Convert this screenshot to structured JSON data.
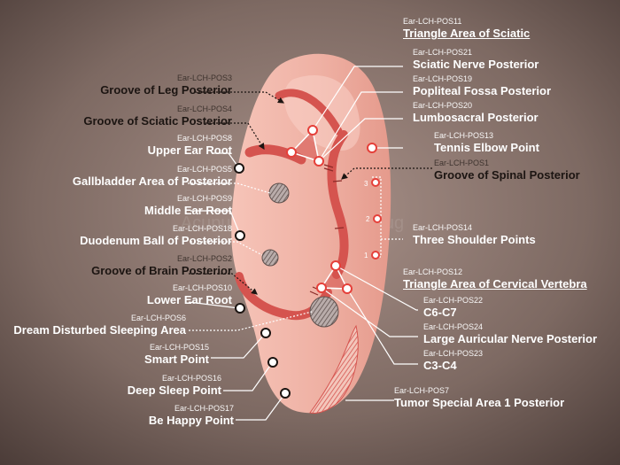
{
  "watermark": "Acupuncture Marvelous Hug",
  "colors": {
    "background": "#7d6962",
    "ear": "#efb3a7",
    "groove": "#d5544f",
    "point_red": "#e5403a",
    "label": "#ffffff",
    "label_dark": "#1c1512"
  },
  "left_labels": [
    {
      "id": "pos3",
      "code": "Ear-LCH-POS3",
      "name": "Groove of Leg Posterior"
    },
    {
      "id": "pos4",
      "code": "Ear-LCH-POS4",
      "name": "Groove of Sciatic Posterior"
    },
    {
      "id": "pos8",
      "code": "Ear-LCH-POS8",
      "name": "Upper Ear Root"
    },
    {
      "id": "pos5",
      "code": "Ear-LCH-POS5",
      "name": "Gallbladder Area of Posterior"
    },
    {
      "id": "pos9",
      "code": "Ear-LCH-POS9",
      "name": "Middle Ear Root"
    },
    {
      "id": "pos18",
      "code": "Ear-LCH-POS18",
      "name": "Duodenum Ball of Posterior"
    },
    {
      "id": "pos2",
      "code": "Ear-LCH-POS2",
      "name": "Groove of Brain Posterior"
    },
    {
      "id": "pos10",
      "code": "Ear-LCH-POS10",
      "name": "Lower Ear Root"
    },
    {
      "id": "pos6",
      "code": "Ear-LCH-POS6",
      "name": "Dream Disturbed Sleeping Area"
    },
    {
      "id": "pos15",
      "code": "Ear-LCH-POS15",
      "name": "Smart Point"
    },
    {
      "id": "pos16",
      "code": "Ear-LCH-POS16",
      "name": "Deep Sleep Point"
    },
    {
      "id": "pos17",
      "code": "Ear-LCH-POS17",
      "name": "Be Happy Point"
    }
  ],
  "right_labels": [
    {
      "id": "pos11",
      "code": "Ear-LCH-POS11",
      "name": "Triangle Area of Sciatic"
    },
    {
      "id": "pos21",
      "code": "Ear-LCH-POS21",
      "name": "Sciatic Nerve Posterior"
    },
    {
      "id": "pos19",
      "code": "Ear-LCH-POS19",
      "name": "Popliteal Fossa Posterior"
    },
    {
      "id": "pos20",
      "code": "Ear-LCH-POS20",
      "name": "Lumbosacral Posterior"
    },
    {
      "id": "pos13",
      "code": "Ear-LCH-POS13",
      "name": "Tennis Elbow Point"
    },
    {
      "id": "pos1",
      "code": "Ear-LCH-POS1",
      "name": "Groove of Spinal Posterior"
    },
    {
      "id": "pos14",
      "code": "Ear-LCH-POS14",
      "name": "Three Shoulder Points"
    },
    {
      "id": "pos12",
      "code": "Ear-LCH-POS12",
      "name": "Triangle Area of Cervical Vertebra"
    },
    {
      "id": "pos22",
      "code": "Ear-LCH-POS22",
      "name": "C6-C7"
    },
    {
      "id": "pos24",
      "code": "Ear-LCH-POS24",
      "name": "Large Auricular Nerve Posterior"
    },
    {
      "id": "pos23",
      "code": "Ear-LCH-POS23",
      "name": "C3-C4"
    },
    {
      "id": "pos7",
      "code": "Ear-LCH-POS7",
      "name": "Tumor Special Area 1 Posterior"
    }
  ],
  "shoulder_numbers": [
    "3",
    "2",
    "1"
  ]
}
